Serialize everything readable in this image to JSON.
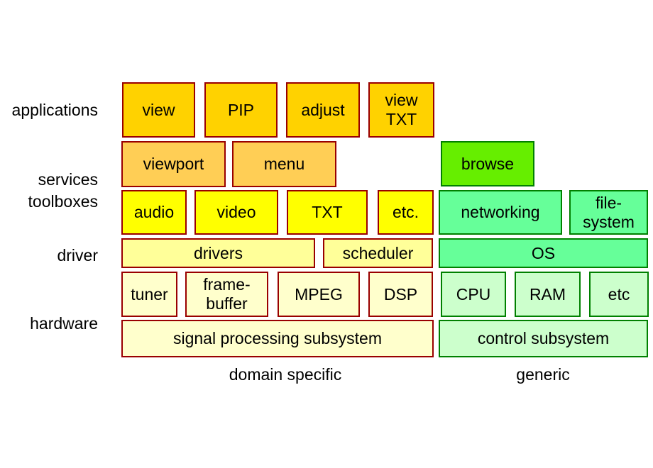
{
  "colors": {
    "warm_border": "#990000",
    "cool_border": "#008000",
    "applications_fill": "#FFD200",
    "services_fill": "#FFCE55",
    "toolboxes_fill": "#FFFF00",
    "driver_fill": "#FFFF99",
    "hardware_fill": "#FFFFCC",
    "subsystem_fill": "#FFFFCC",
    "browse_fill": "#66EE00",
    "generic_mid_fill": "#66FF99",
    "generic_hw_fill": "#CCFFCC"
  },
  "side_labels": {
    "applications": "applications",
    "services": "services",
    "toolboxes": "toolboxes",
    "driver": "driver",
    "hardware": "hardware"
  },
  "layers": {
    "applications": {
      "view": "view",
      "pip": "PIP",
      "adjust": "adjust",
      "view_txt": "view\nTXT"
    },
    "services": {
      "viewport": "viewport",
      "menu": "menu",
      "browse": "browse"
    },
    "toolboxes": {
      "audio": "audio",
      "video": "video",
      "txt": "TXT",
      "etc": "etc.",
      "networking": "networking",
      "filesystem": "file-\nsystem"
    },
    "driver": {
      "drivers": "drivers",
      "scheduler": "scheduler",
      "os": "OS"
    },
    "hardware": {
      "tuner": "tuner",
      "framebuffer": "frame-\nbuffer",
      "mpeg": "MPEG",
      "dsp": "DSP",
      "cpu": "CPU",
      "ram": "RAM",
      "etc": "etc"
    },
    "subsystems": {
      "signal": "signal processing subsystem",
      "control": "control subsystem"
    }
  },
  "captions": {
    "left": "domain specific",
    "right": "generic"
  }
}
